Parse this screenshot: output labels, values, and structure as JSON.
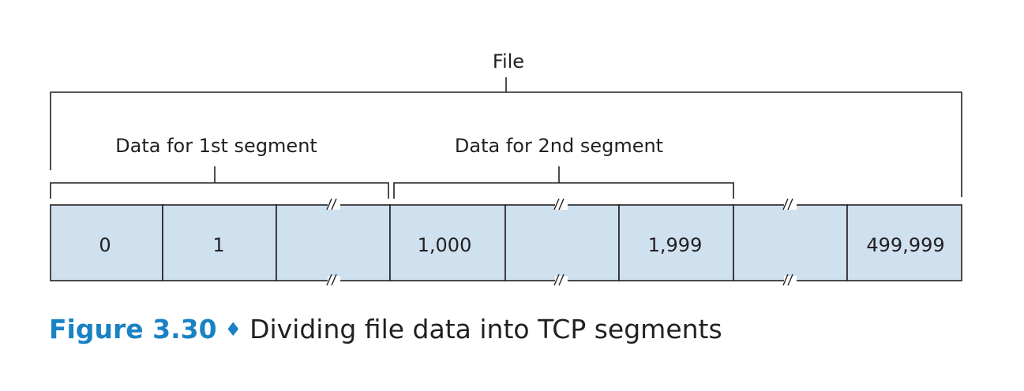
{
  "diagram": {
    "file_label": "File",
    "segment1_label": "Data for 1st segment",
    "segment2_label": "Data for 2nd segment",
    "cells": [
      "0",
      "1",
      "",
      "1,000",
      "",
      "1,999",
      "",
      "499,999"
    ],
    "break_marks": "//",
    "colors": {
      "cell_fill": "#cfe0ef",
      "line": "#231f20",
      "caption_accent": "#1a82c4"
    }
  },
  "caption": {
    "figure_number": "Figure 3.30",
    "separator": "♦",
    "text": "Dividing file data into TCP segments"
  }
}
